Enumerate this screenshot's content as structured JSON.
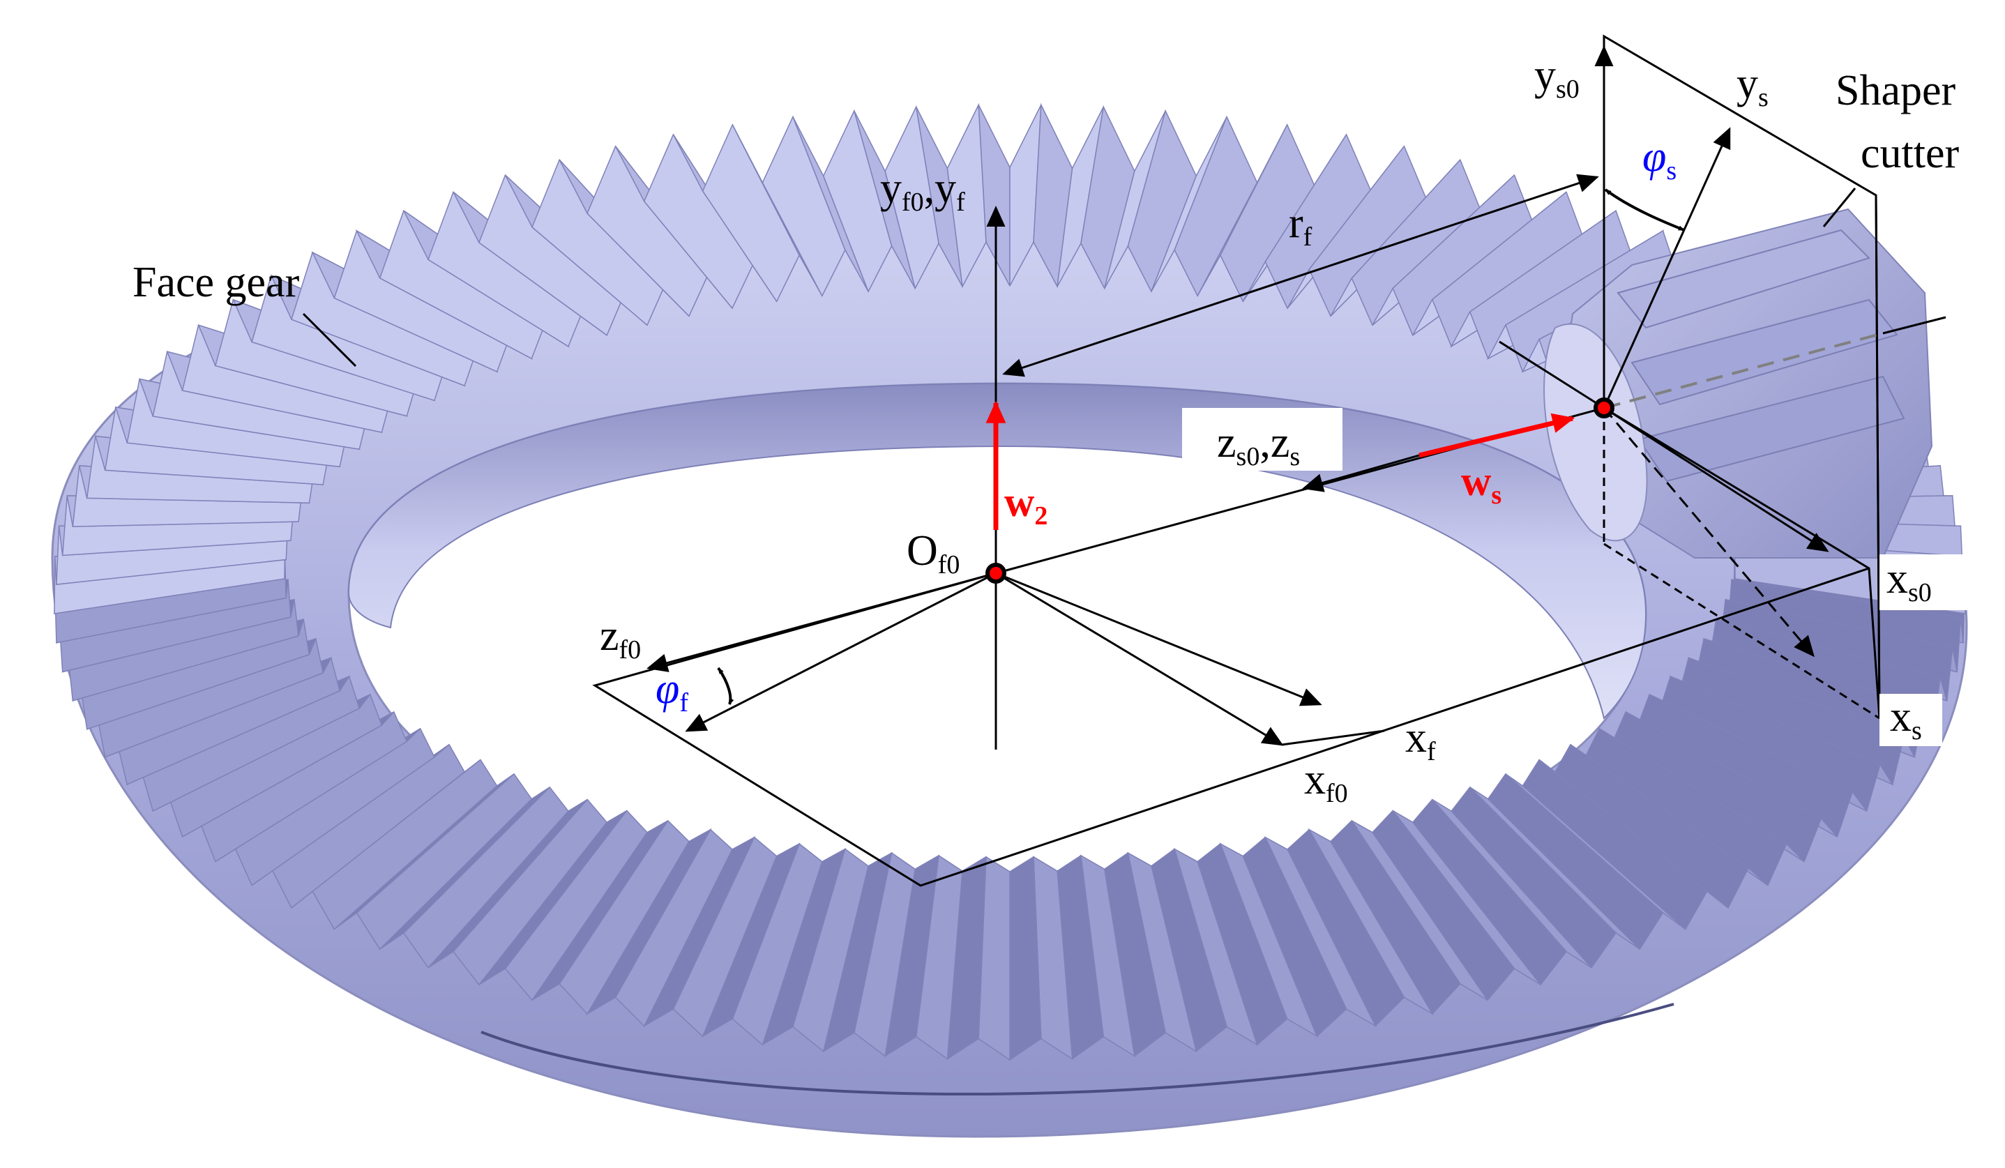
{
  "labels": {
    "face_gear": "Face gear",
    "shaper_line1": "Shaper",
    "shaper_line2": "cutter",
    "origin_main": "O",
    "origin_sub": "f0",
    "yf0_main": "y",
    "yf0_sub": "f0",
    "yf_sep": ",",
    "yf_main": "y",
    "yf_sub": "f",
    "rf_main": "r",
    "rf_sub": "f",
    "ys0_main": "y",
    "ys0_sub": "s0",
    "ys_main": "y",
    "ys_sub": "s",
    "phis_main": "φ",
    "phis_sub": "s",
    "zs0_main": "z",
    "zs0_sub": "s0",
    "zs_sep": ",",
    "zs_main": "z",
    "zs_sub": "s",
    "ws_main": "w",
    "ws_sub": "s",
    "w2_main": "w",
    "w2_sub": "2",
    "zf0_main": "z",
    "zf0_sub": "f0",
    "phif_main": "φ",
    "phif_sub": "f",
    "xf_main": "x",
    "xf_sub": "f",
    "xf0_main": "x",
    "xf0_sub": "f0",
    "xs0_main": "x",
    "xs0_sub": "s0",
    "xs_main": "x",
    "xs_sub": "s"
  },
  "colors": {
    "gear_light": "#e4e6f8",
    "gear_mid": "#b6b9e2",
    "gear_dark": "#7d80b6",
    "axis": "#000000",
    "velocity": "#ff0000",
    "angle_label": "#0000ff",
    "hidden_line": "#808080"
  }
}
